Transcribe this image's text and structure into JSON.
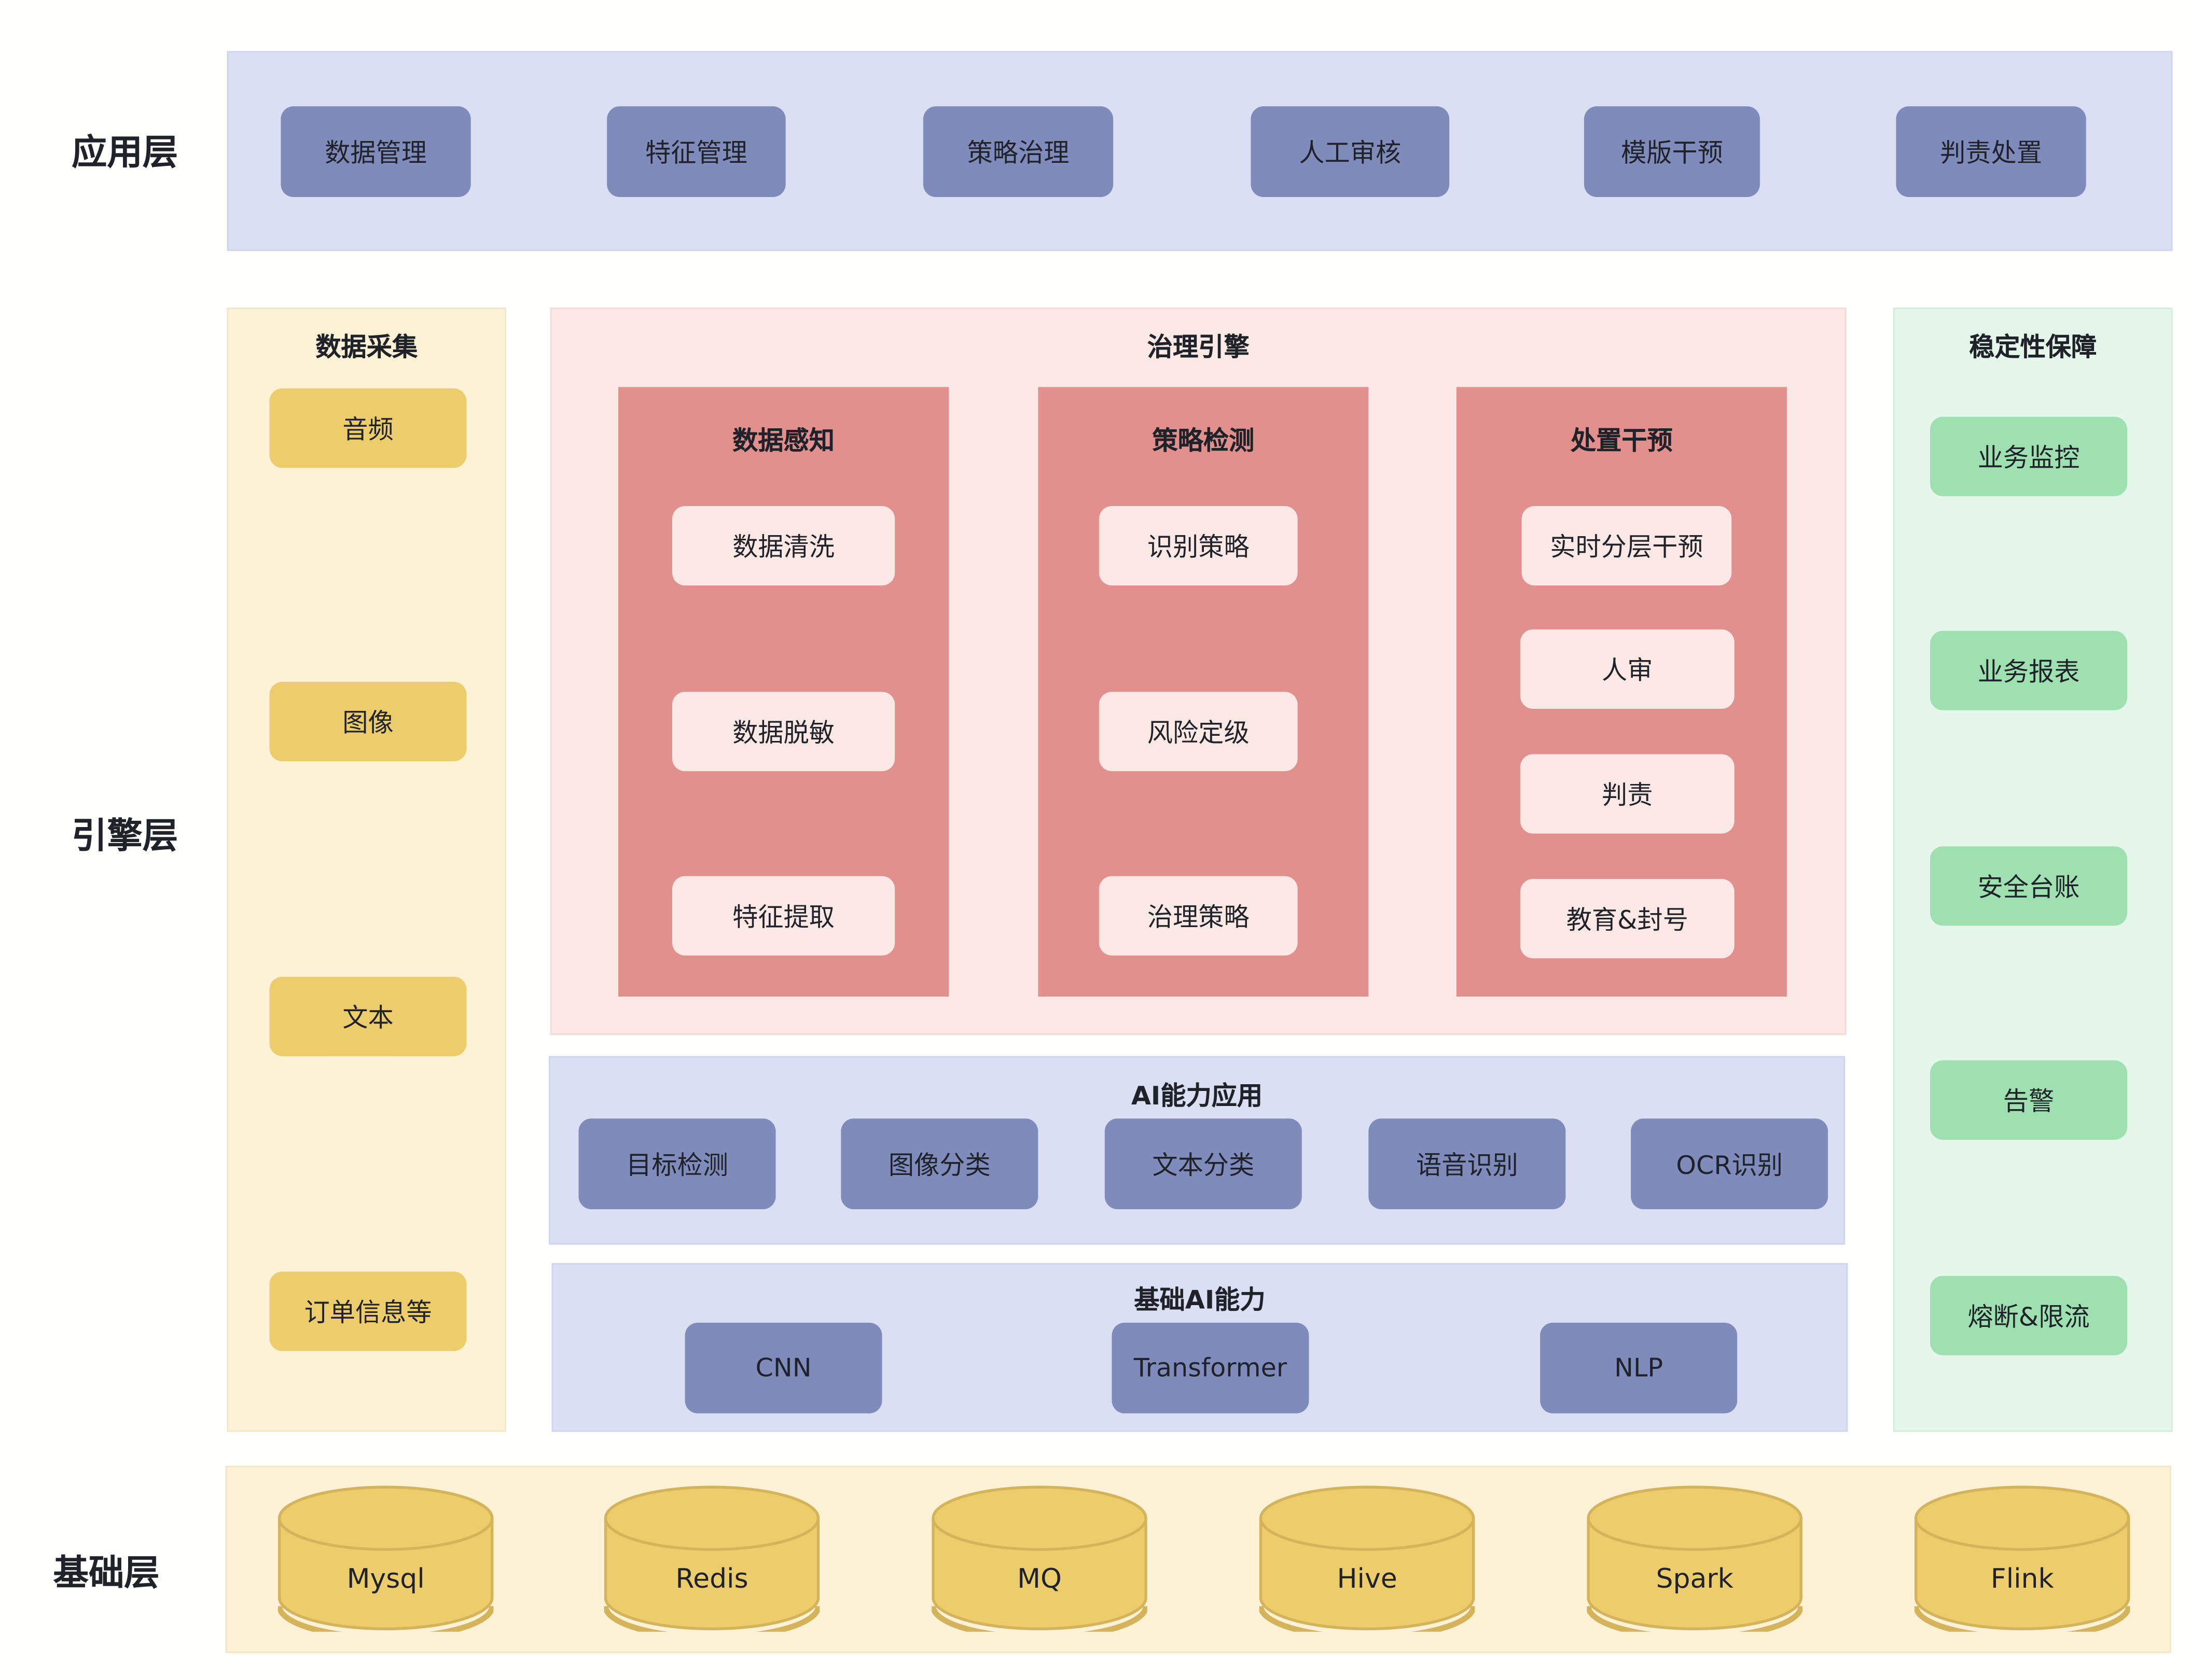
{
  "layers": {
    "application": "应用层",
    "engine": "引擎层",
    "foundation": "基础层"
  },
  "application_items": [
    "数据管理",
    "特征管理",
    "策略治理",
    "人工审核",
    "模版干预",
    "判责处置"
  ],
  "data_collection": {
    "title": "数据采集",
    "items": [
      "音频",
      "图像",
      "文本",
      "订单信息等"
    ]
  },
  "governance_engine": {
    "title": "治理引擎",
    "columns": [
      {
        "title": "数据感知",
        "items": [
          "数据清洗",
          "数据脱敏",
          "特征提取"
        ]
      },
      {
        "title": "策略检测",
        "items": [
          "识别策略",
          "风险定级",
          "治理策略"
        ]
      },
      {
        "title": "处置干预",
        "items": [
          "实时分层干预",
          "人审",
          "判责",
          "教育&封号"
        ]
      }
    ]
  },
  "ai_application": {
    "title": "AI能力应用",
    "items": [
      "目标检测",
      "图像分类",
      "文本分类",
      "语音识别",
      "OCR识别"
    ]
  },
  "base_ai": {
    "title": "基础AI能力",
    "items": [
      "CNN",
      "Transformer",
      "NLP"
    ]
  },
  "stability": {
    "title": "稳定性保障",
    "items": [
      "业务监控",
      "业务报表",
      "安全台账",
      "告警",
      "熔断&限流"
    ]
  },
  "storage": [
    "Mysql",
    "Redis",
    "MQ",
    "Hive",
    "Spark",
    "Flink"
  ],
  "colors": {
    "indigo_box": "#7f8bbb",
    "indigo_panel": "#dadff3",
    "yellow_box": "#edcc6c",
    "yellow_panel": "#fdf2d6",
    "red_column": "#e2908e",
    "pink_panel": "#fce8e5",
    "green_box": "#9ee0b0",
    "green_panel": "#e5f6ea"
  }
}
